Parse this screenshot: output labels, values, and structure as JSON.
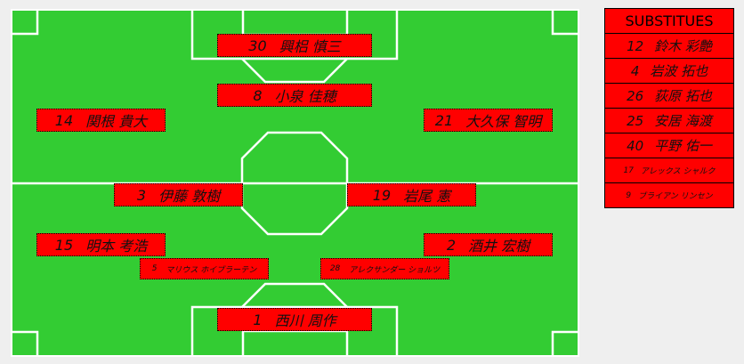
{
  "colors": {
    "pitch": "#33cc33",
    "lines": "#ffffff",
    "card": "#ff0000",
    "background": "#efefef"
  },
  "lineup": [
    {
      "number": "30",
      "name": "興梠 慎三"
    },
    {
      "number": "8",
      "name": "小泉 佳穂"
    },
    {
      "number": "14",
      "name": "関根 貴大"
    },
    {
      "number": "21",
      "name": "大久保 智明"
    },
    {
      "number": "3",
      "name": "伊藤 敦樹"
    },
    {
      "number": "19",
      "name": "岩尾 憲"
    },
    {
      "number": "15",
      "name": "明本 考浩"
    },
    {
      "number": "2",
      "name": "酒井 宏樹"
    },
    {
      "number": "5",
      "name": "マリウス ホイブラーテン"
    },
    {
      "number": "28",
      "name": "アレクサンダー ショルツ"
    },
    {
      "number": "1",
      "name": "西川 周作"
    }
  ],
  "substitutes": {
    "title": "SUBSTITUES",
    "players": [
      {
        "number": "12",
        "name": "鈴木 彩艶"
      },
      {
        "number": "4",
        "name": "岩波 拓也"
      },
      {
        "number": "26",
        "name": "荻原 拓也"
      },
      {
        "number": "25",
        "name": "安居 海渡"
      },
      {
        "number": "40",
        "name": "平野 佑一"
      },
      {
        "number": "17",
        "name": "アレックス シャルク"
      },
      {
        "number": "9",
        "name": "ブライアン リンセン"
      }
    ]
  }
}
